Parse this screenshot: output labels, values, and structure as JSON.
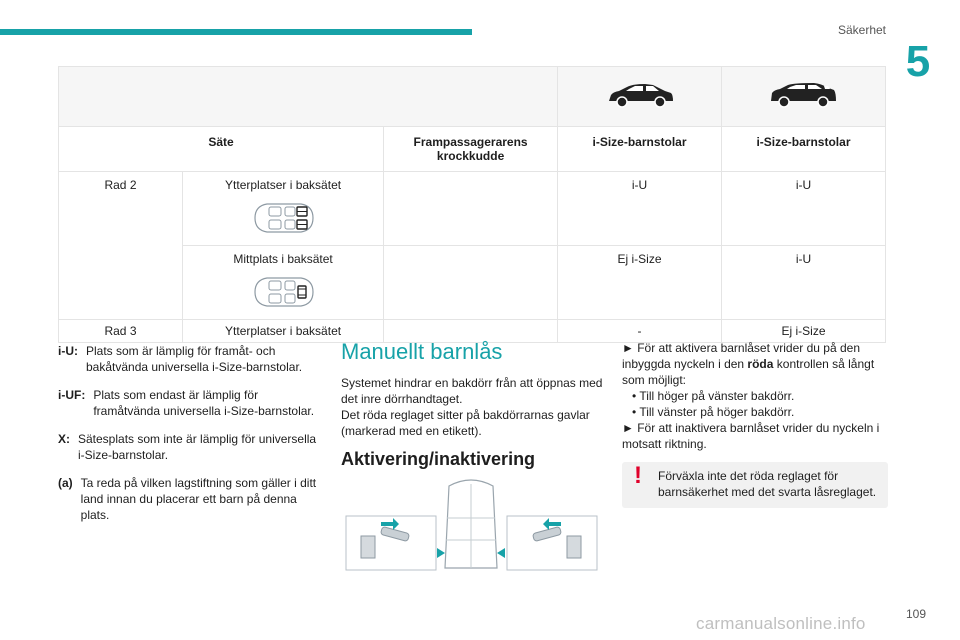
{
  "header": {
    "section": "Säkerhet",
    "chapter": "5",
    "page": "109"
  },
  "watermark": "carmanualsonline.info",
  "table": {
    "icons": [
      "sedan-car-icon",
      "suv-car-icon"
    ],
    "headers": [
      "Säte",
      "Frampassagerarens krockkudde",
      "i-Size-barnstolar",
      "i-Size-barnstolar"
    ],
    "rows": [
      {
        "rad": "Rad 2",
        "seat": "Ytterplatser i baksätet",
        "airbag": "",
        "c1": "i-U",
        "c2": "i-U"
      },
      {
        "rad": "",
        "seat": "Mittplats i baksätet",
        "airbag": "",
        "c1": "Ej i-Size",
        "c2": "i-U"
      },
      {
        "rad": "Rad 3",
        "seat": "Ytterplatser i baksätet",
        "airbag": "",
        "c1": "-",
        "c2": "Ej i-Size"
      }
    ]
  },
  "legend": [
    {
      "key": "i-U:",
      "text": "Plats som är lämplig för framåt- och bakåtvända universella i-Size-barnstolar."
    },
    {
      "key": "i-UF:",
      "text": "Plats som endast är lämplig för framåtvända universella i-Size-barnstolar."
    },
    {
      "key": "X:",
      "text": "Sätesplats som inte är lämplig för universella i-Size-barnstolar."
    },
    {
      "key": "(a)",
      "text": "Ta reda på vilken lagstiftning som gäller i ditt land innan du placerar ett barn på denna plats."
    }
  ],
  "manual": {
    "title": "Manuellt barnlås",
    "p1": "Systemet hindrar en bakdörr från att öppnas med det inre dörrhandtaget.",
    "p2": "Det röda reglaget sitter på bakdörrarnas gavlar (markerad med en etikett).",
    "subtitle": "Aktivering/inaktivering"
  },
  "instructions": {
    "activate_pre": "► För att aktivera barnlåset vrider du på den inbyggda nyckeln i den ",
    "activate_bold": "röda",
    "activate_post": " kontrollen så långt som möjligt:",
    "bullet1": "• Till höger på vänster bakdörr.",
    "bullet2": "• Till vänster på höger bakdörr.",
    "deactivate": "► För att inaktivera barnlåset vrider du nyckeln i motsatt riktning.",
    "warning": "Förväxla inte det röda reglaget för barnsäkerhet med det svarta låsreglaget."
  },
  "colors": {
    "accent": "#17a2a8",
    "warning": "#e0002a"
  }
}
